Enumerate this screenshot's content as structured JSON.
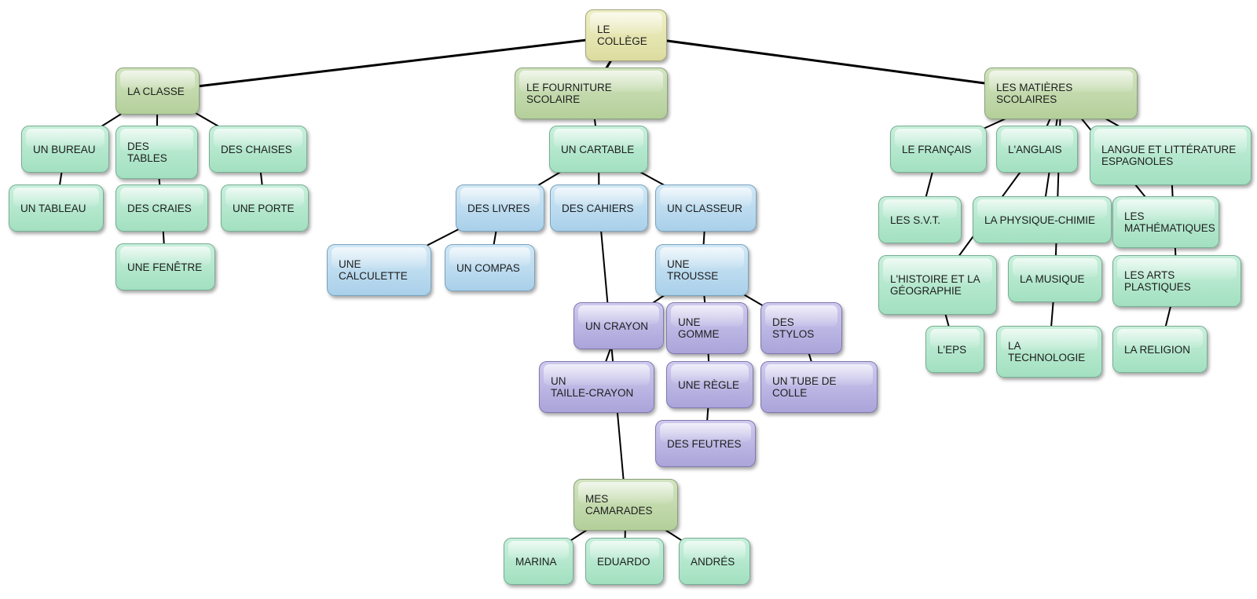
{
  "nodes": [
    {
      "id": "college",
      "label": "LE\nCOLLÈGE",
      "color": "yellow"
    },
    {
      "id": "classe",
      "label": "LA CLASSE",
      "color": "olive"
    },
    {
      "id": "fourniture",
      "label": "LE FOURNITURE\nSCOLAIRE",
      "color": "olive"
    },
    {
      "id": "matieres",
      "label": "LES MATIÈRES\nSCOLAIRES",
      "color": "olive"
    },
    {
      "id": "bureau",
      "label": "UN BUREAU",
      "color": "mint"
    },
    {
      "id": "tables",
      "label": "DES\nTABLES",
      "color": "mint"
    },
    {
      "id": "chaises",
      "label": "DES CHAISES",
      "color": "mint"
    },
    {
      "id": "tableau",
      "label": "UN TABLEAU",
      "color": "mint"
    },
    {
      "id": "craies",
      "label": "DES CRAIES",
      "color": "mint"
    },
    {
      "id": "porte",
      "label": "UNE PORTE",
      "color": "mint"
    },
    {
      "id": "fenetre",
      "label": "UNE FENÊTRE",
      "color": "mint"
    },
    {
      "id": "cartable",
      "label": "UN CARTABLE",
      "color": "mint"
    },
    {
      "id": "livres",
      "label": "DES LIVRES",
      "color": "blue"
    },
    {
      "id": "cahiers",
      "label": "DES CAHIERS",
      "color": "blue"
    },
    {
      "id": "classeur",
      "label": "UN CLASSEUR",
      "color": "blue"
    },
    {
      "id": "calculette",
      "label": "UNE\nCALCULETTE",
      "color": "blue"
    },
    {
      "id": "compas",
      "label": "UN COMPAS",
      "color": "blue"
    },
    {
      "id": "trousse",
      "label": "UNE\nTROUSSE",
      "color": "blue"
    },
    {
      "id": "crayon",
      "label": "UN CRAYON",
      "color": "purple"
    },
    {
      "id": "gomme",
      "label": "UNE\nGOMME",
      "color": "purple"
    },
    {
      "id": "stylos",
      "label": "DES\nSTYLOS",
      "color": "purple"
    },
    {
      "id": "taille",
      "label": "UN\nTAILLE-CRAYON",
      "color": "purple"
    },
    {
      "id": "regle",
      "label": "UNE RÈGLE",
      "color": "purple"
    },
    {
      "id": "tube",
      "label": "UN TUBE DE\nCOLLE",
      "color": "purple"
    },
    {
      "id": "feutres",
      "label": "DES FEUTRES",
      "color": "purple"
    },
    {
      "id": "camarades",
      "label": "MES\nCAMARADES",
      "color": "olive"
    },
    {
      "id": "marina",
      "label": "MARINA",
      "color": "mint"
    },
    {
      "id": "eduardo",
      "label": "EDUARDO",
      "color": "mint"
    },
    {
      "id": "andres",
      "label": "ANDRÉS",
      "color": "mint"
    },
    {
      "id": "francais",
      "label": "LE FRANÇAIS",
      "color": "mint"
    },
    {
      "id": "anglais",
      "label": "L'ANGLAIS",
      "color": "mint"
    },
    {
      "id": "langue",
      "label": "LANGUE ET LITTÉRATURE\nESPAGNOLES",
      "color": "mint"
    },
    {
      "id": "svt",
      "label": "LES S.V.T.",
      "color": "mint"
    },
    {
      "id": "physique",
      "label": "LA PHYSIQUE-CHIMIE",
      "color": "mint"
    },
    {
      "id": "maths",
      "label": "LES\nMATHÉMATIQUES",
      "color": "mint"
    },
    {
      "id": "histoire",
      "label": "L'HISTOIRE ET LA\nGÉOGRAPHIE",
      "color": "mint"
    },
    {
      "id": "musique",
      "label": "LA MUSIQUE",
      "color": "mint"
    },
    {
      "id": "arts",
      "label": "LES ARTS\nPLASTIQUES",
      "color": "mint"
    },
    {
      "id": "eps",
      "label": "L'EPS",
      "color": "mint"
    },
    {
      "id": "techno",
      "label": "LA\nTECHNOLOGIE",
      "color": "mint"
    },
    {
      "id": "religion",
      "label": "LA RELIGION",
      "color": "mint"
    }
  ],
  "edges": [
    [
      "college",
      "classe"
    ],
    [
      "college",
      "fourniture"
    ],
    [
      "college",
      "matieres"
    ],
    [
      "classe",
      "bureau"
    ],
    [
      "classe",
      "tables"
    ],
    [
      "classe",
      "chaises"
    ],
    [
      "bureau",
      "tableau"
    ],
    [
      "tables",
      "craies"
    ],
    [
      "chaises",
      "porte"
    ],
    [
      "craies",
      "fenetre"
    ],
    [
      "fourniture",
      "cartable"
    ],
    [
      "cartable",
      "livres"
    ],
    [
      "cartable",
      "cahiers"
    ],
    [
      "cartable",
      "classeur"
    ],
    [
      "livres",
      "calculette"
    ],
    [
      "livres",
      "compas"
    ],
    [
      "classeur",
      "trousse"
    ],
    [
      "trousse",
      "crayon"
    ],
    [
      "trousse",
      "gomme"
    ],
    [
      "trousse",
      "stylos"
    ],
    [
      "crayon",
      "taille"
    ],
    [
      "gomme",
      "regle"
    ],
    [
      "stylos",
      "tube"
    ],
    [
      "regle",
      "feutres"
    ],
    [
      "cahiers",
      "camarades"
    ],
    [
      "camarades",
      "marina"
    ],
    [
      "camarades",
      "eduardo"
    ],
    [
      "camarades",
      "andres"
    ],
    [
      "matieres",
      "francais"
    ],
    [
      "matieres",
      "anglais"
    ],
    [
      "matieres",
      "langue"
    ],
    [
      "matieres",
      "physique"
    ],
    [
      "matieres",
      "maths"
    ],
    [
      "matieres",
      "musique"
    ],
    [
      "francais",
      "svt"
    ],
    [
      "anglais",
      "histoire"
    ],
    [
      "langue",
      "arts"
    ],
    [
      "histoire",
      "eps"
    ],
    [
      "musique",
      "techno"
    ],
    [
      "arts",
      "religion"
    ]
  ]
}
